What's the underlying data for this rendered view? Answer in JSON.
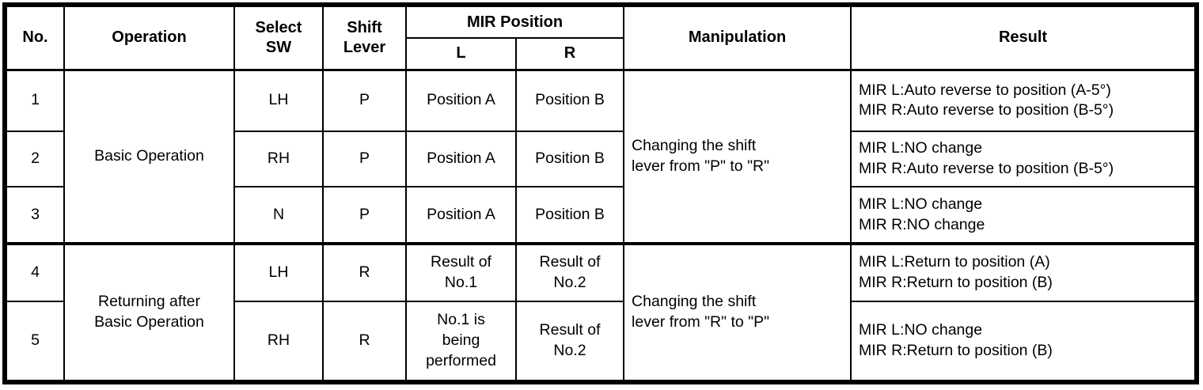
{
  "header": {
    "no": "No.",
    "operation": "Operation",
    "select_sw": "Select\nSW",
    "shift_lever": "Shift\nLever",
    "mir_position": "MIR Position",
    "mir_l": "L",
    "mir_r": "R",
    "manipulation": "Manipulation",
    "result": "Result"
  },
  "groups": {
    "basic": {
      "operation": "Basic Operation",
      "manipulation": "Changing the shift\nlever from \"P\" to \"R\""
    },
    "returning": {
      "operation": "Returning after\nBasic Operation",
      "manipulation": "Changing the shift\nlever from \"R\" to \"P\""
    }
  },
  "rows": [
    {
      "no": "1",
      "select_sw": "LH",
      "shift_lever": "P",
      "mir_l": "Position A",
      "mir_r": "Position B",
      "result": "MIR L:Auto reverse to position (A-5°)\nMIR R:Auto reverse to position (B-5°)"
    },
    {
      "no": "2",
      "select_sw": "RH",
      "shift_lever": "P",
      "mir_l": "Position A",
      "mir_r": "Position B",
      "result": "MIR L:NO change\nMIR R:Auto reverse to position (B-5°)"
    },
    {
      "no": "3",
      "select_sw": "N",
      "shift_lever": "P",
      "mir_l": "Position A",
      "mir_r": "Position B",
      "result": "MIR L:NO change\nMIR R:NO change"
    },
    {
      "no": "4",
      "select_sw": "LH",
      "shift_lever": "R",
      "mir_l": "Result of\nNo.1",
      "mir_r": "Result of\nNo.2",
      "result": "MIR L:Return to position (A)\nMIR R:Return to position (B)"
    },
    {
      "no": "5",
      "select_sw": "RH",
      "shift_lever": "R",
      "mir_l": "No.1 is\nbeing\nperformed",
      "mir_r": "Result of\nNo.2",
      "result": "MIR L:NO change\nMIR R:Return to position (B)"
    }
  ]
}
